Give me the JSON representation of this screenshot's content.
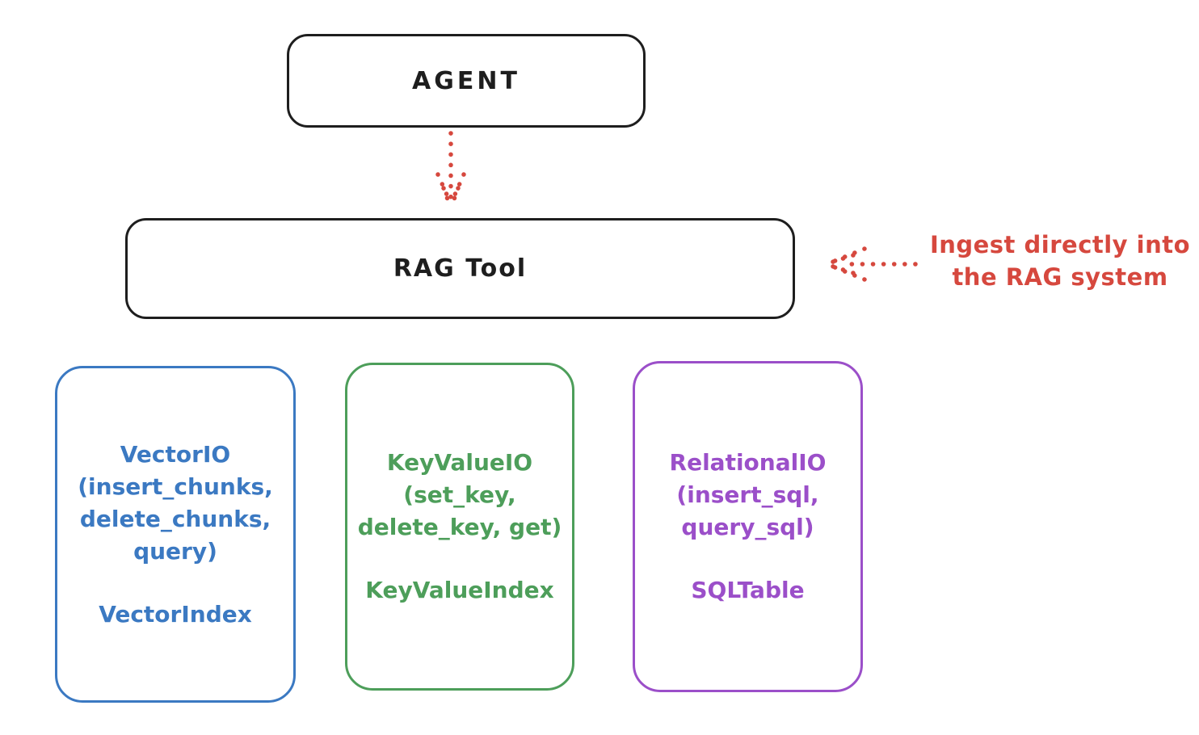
{
  "diagram": {
    "agent": {
      "label": "AGENT"
    },
    "rag_tool": {
      "label": "RAG Tool"
    },
    "annotation": {
      "lines": [
        "Ingest directly into",
        "the RAG system"
      ],
      "color": "#d6483e"
    },
    "arrows": {
      "agent_to_ragtool": {
        "style": "dotted",
        "direction": "down",
        "color": "#d6483e"
      },
      "annotation_to_ragtool": {
        "style": "dotted",
        "direction": "left",
        "color": "#d6483e"
      }
    },
    "io_boxes": [
      {
        "id": "vector-io",
        "color": "#3b79c2",
        "lines": [
          "VectorIO",
          "(insert_chunks,",
          "delete_chunks,",
          "query)"
        ],
        "footer": "VectorIndex"
      },
      {
        "id": "keyvalue-io",
        "color": "#4d9e5a",
        "lines": [
          "KeyValueIO",
          "(set_key,",
          "delete_key, get)"
        ],
        "footer": "KeyValueIndex"
      },
      {
        "id": "relational-io",
        "color": "#9b4fc9",
        "lines": [
          "RelationalIO",
          "(insert_sql,",
          "query_sql)"
        ],
        "footer": "SQLTable"
      }
    ],
    "colors": {
      "outline_black": "#1e1e1e",
      "background": "#ffffff"
    }
  }
}
